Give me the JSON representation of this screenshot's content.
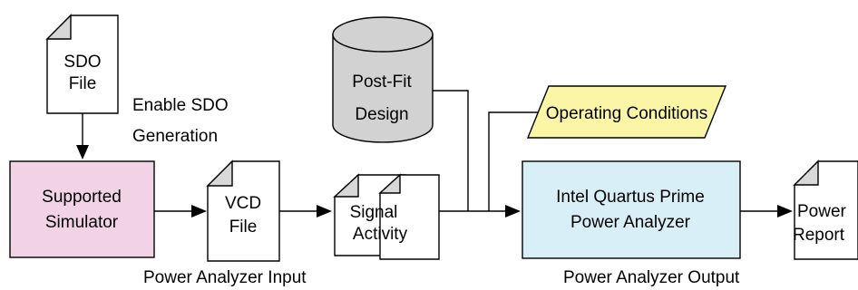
{
  "nodes": {
    "sdo_file": [
      "SDO",
      "File"
    ],
    "enable_sdo": [
      "Enable SDO",
      "Generation"
    ],
    "simulator": [
      "Supported",
      "Simulator"
    ],
    "vcd_file": [
      "VCD",
      "File"
    ],
    "signal_activity": [
      "Signal",
      "Activity"
    ],
    "post_fit": [
      "Post-Fit",
      "Design"
    ],
    "operating_conditions": "Operating Conditions",
    "power_analyzer": [
      "Intel Quartus Prime",
      "Power Analyzer"
    ],
    "power_report": [
      "Power",
      "Report"
    ]
  },
  "captions": {
    "input": "Power Analyzer Input",
    "output": "Power Analyzer Output"
  },
  "colors": {
    "simulator_fill": "#f2d3e6",
    "post_fit_fill": "#d2d2d2",
    "operating_conditions_fill": "#fbf6a6",
    "power_analyzer_fill": "#d9eff7",
    "document_fill": "#ffffff",
    "fold_fill": "#d8d8d8"
  }
}
